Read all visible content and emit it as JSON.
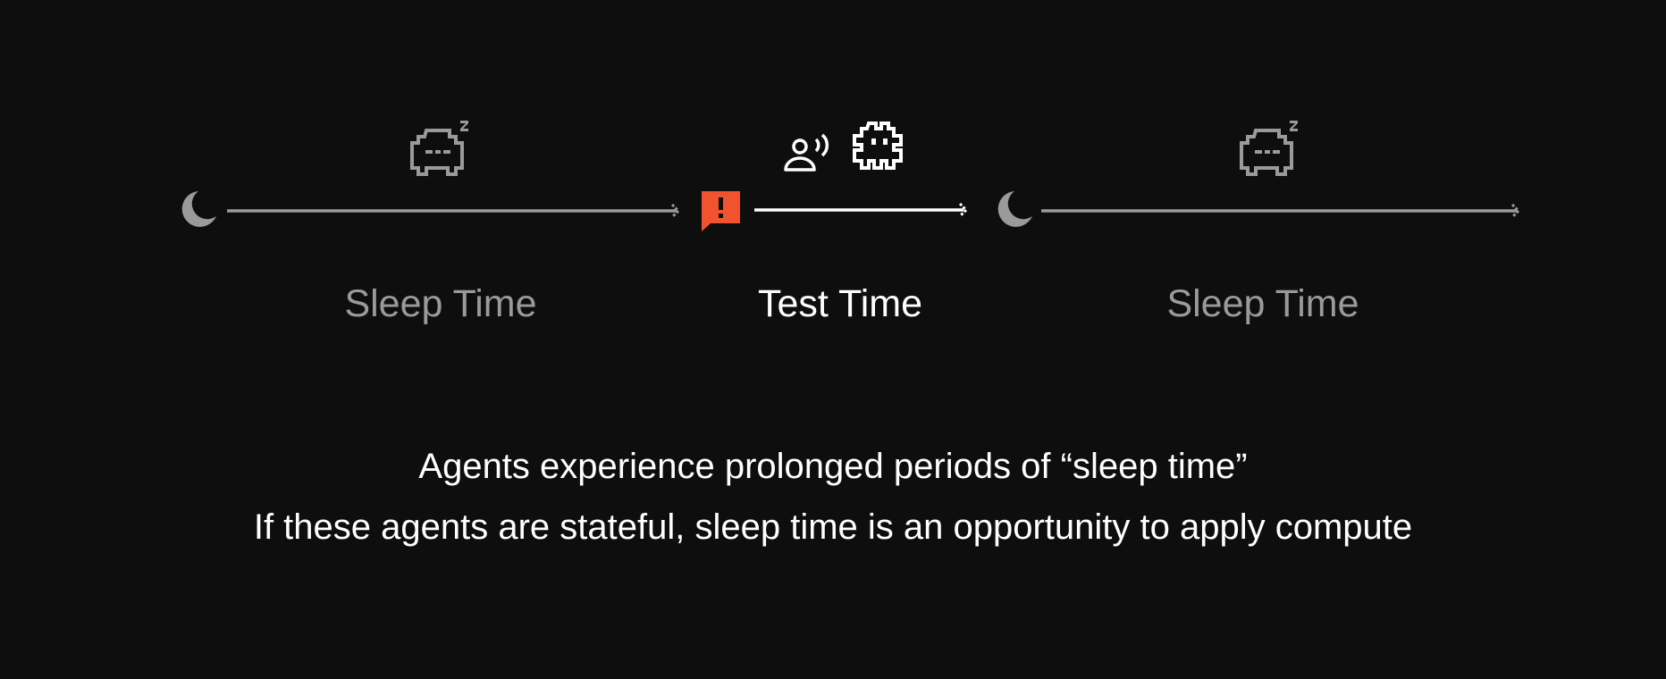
{
  "colors": {
    "background": "#0e0e0e",
    "sleep_gray": "#9a9a9a",
    "active_white": "#ffffff",
    "alert_orange": "#f0532e"
  },
  "timeline": {
    "segments": [
      {
        "phase": "sleep",
        "label": "Sleep Time",
        "start_icon": "moon-icon",
        "agent_icon": "sleeping-agent-icon"
      },
      {
        "phase": "test",
        "label": "Test Time",
        "start_icon": "alert-message-icon",
        "agent_icon": "active-agent-icon",
        "extra_icon": "user-speaking-icon"
      },
      {
        "phase": "sleep",
        "label": "Sleep Time",
        "start_icon": "moon-icon",
        "agent_icon": "sleeping-agent-icon"
      }
    ]
  },
  "caption": {
    "line1": "Agents experience prolonged periods of “sleep time”",
    "line2": "If these agents are stateful, sleep time is an opportunity to apply compute"
  }
}
